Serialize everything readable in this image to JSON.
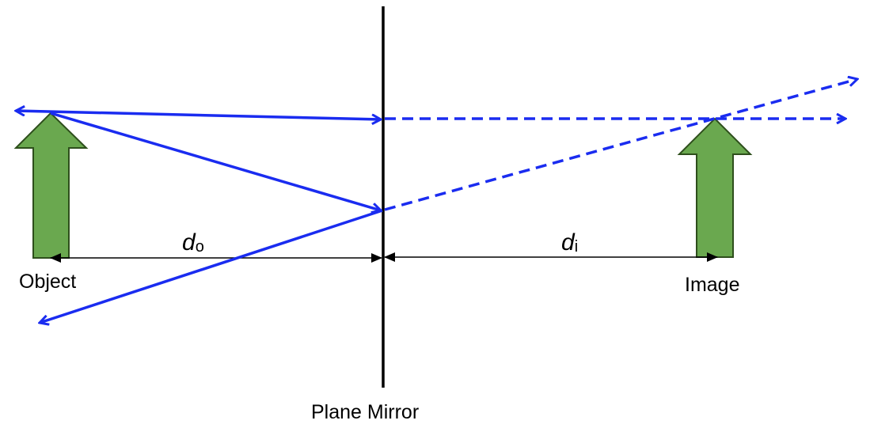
{
  "labels": {
    "object": "Object",
    "image": "Image",
    "mirror": "Plane Mirror",
    "object_distance": {
      "symbol": "d",
      "subscript": "o"
    },
    "image_distance": {
      "symbol": "d",
      "subscript": "i"
    }
  },
  "colors": {
    "ray": "#1a2cf0",
    "arrow_fill": "#6aa84f",
    "arrow_stroke": "#2e4f1c",
    "mirror": "#000000"
  }
}
